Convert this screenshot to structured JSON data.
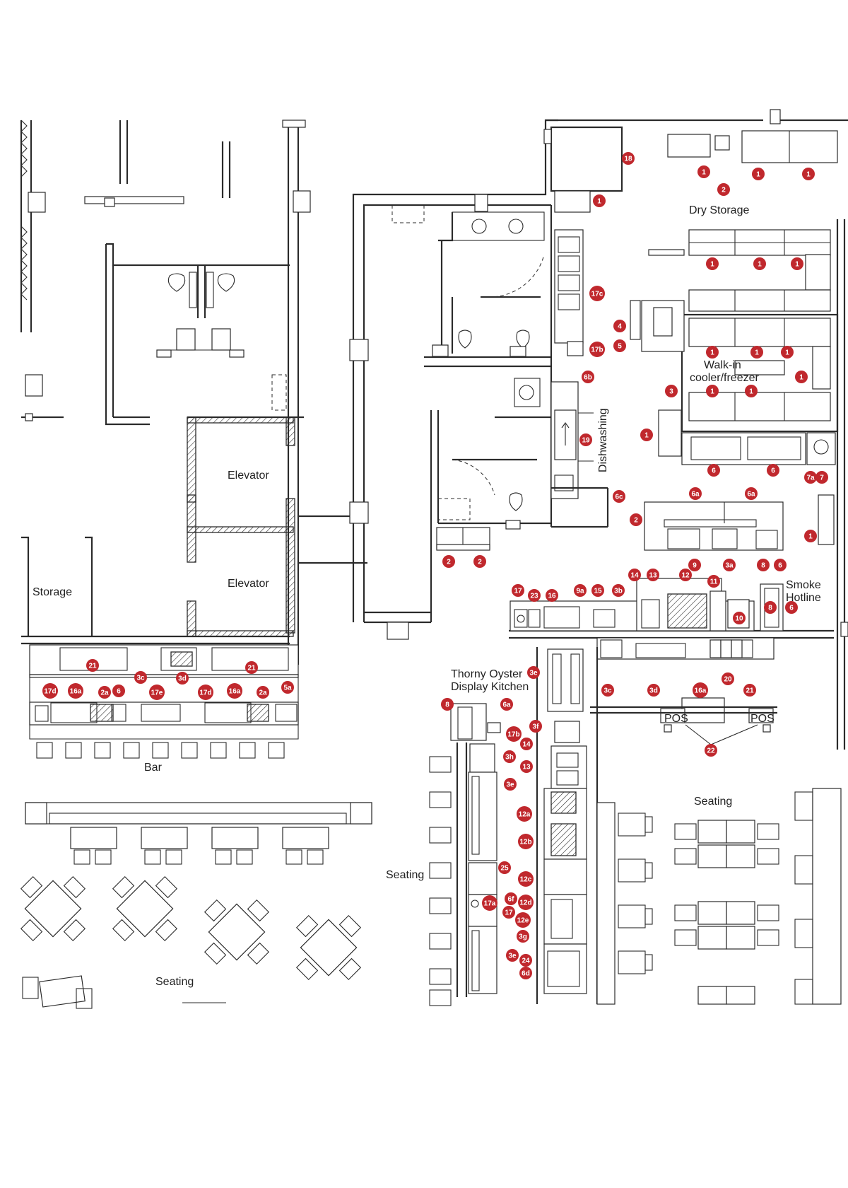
{
  "labels": {
    "dry_storage": "Dry Storage",
    "walkin_1": "Walk-in",
    "walkin_2": "cooler/freezer",
    "dishwashing": "Dishwashing",
    "smoke_1": "Smoke",
    "smoke_2": "Hotline",
    "elevator_1": "Elevator",
    "elevator_2": "Elevator",
    "storage": "Storage",
    "bar": "Bar",
    "display_1": "Thorny Oyster",
    "display_2": "Display Kitchen",
    "seating_1": "Seating",
    "seating_2": "Seating",
    "seating_3": "Seating",
    "pos_1": "POS",
    "pos_2": "POS"
  },
  "tags": [
    "18",
    "1",
    "2",
    "1",
    "1",
    "1",
    "1",
    "1",
    "1",
    "17c",
    "4",
    "5",
    "17b",
    "1",
    "1",
    "1",
    "1",
    "6b",
    "3",
    "1",
    "1",
    "19",
    "1",
    "6",
    "6",
    "7a",
    "7",
    "6c",
    "6a",
    "6a",
    "2",
    "1",
    "2",
    "2",
    "9",
    "3a",
    "8",
    "6",
    "14",
    "13",
    "12",
    "11",
    "17",
    "23",
    "16",
    "9a",
    "15",
    "3b",
    "8",
    "6",
    "10",
    "21",
    "3c",
    "3d",
    "17d",
    "16a",
    "2a",
    "6",
    "17e",
    "17d",
    "16a",
    "21",
    "2a",
    "5a",
    "3e",
    "6a",
    "8",
    "3c",
    "3d",
    "16a",
    "20",
    "21",
    "17b",
    "3f",
    "22",
    "14",
    "3h",
    "13",
    "3e",
    "12a",
    "12b",
    "25",
    "12c",
    "6f",
    "12d",
    "17a",
    "17",
    "12e",
    "3g",
    "3e",
    "24",
    "6d"
  ]
}
